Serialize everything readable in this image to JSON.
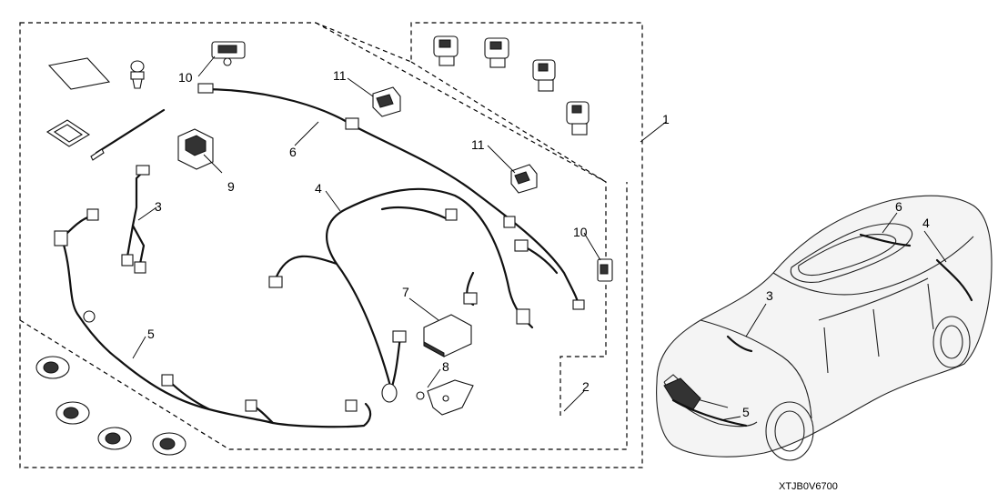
{
  "diagram_code": "XTJB0V6700",
  "callouts": {
    "kit": "1",
    "front_kit": "2",
    "harness_a": "3",
    "harness_b": "4",
    "harness_front": "5",
    "harness_roof": "6",
    "part_7": "7",
    "part_8": "8",
    "part_9": "9",
    "clip_10": "10",
    "clip_11": "11"
  }
}
